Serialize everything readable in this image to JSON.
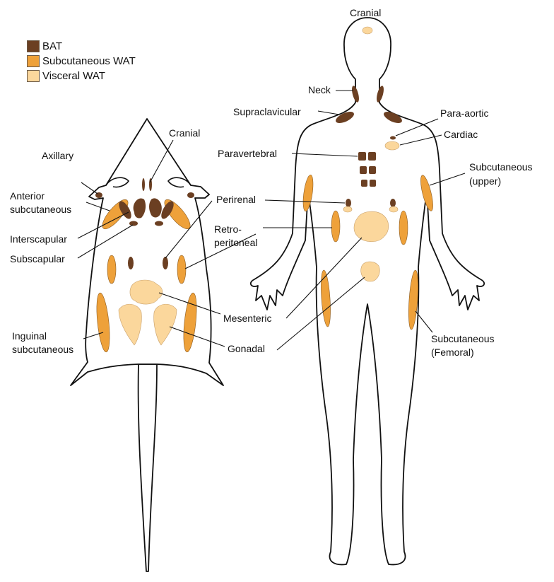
{
  "legend": [
    {
      "label": "BAT",
      "color": "#6b3f22"
    },
    {
      "label": "Subcutaneous WAT",
      "color": "#eea13a"
    },
    {
      "label": "Visceral WAT",
      "color": "#fbd79c"
    }
  ],
  "mouse_labels": {
    "cranial": "Cranial",
    "axillary": "Axillary",
    "anterior_1": "Anterior",
    "anterior_2": "subcutaneous",
    "interscapular": "Interscapular",
    "subscapular": "Subscapular",
    "perirenal": "Perirenal",
    "retro_1": "Retro-",
    "retro_2": "peritoneal",
    "mesenteric": "Mesenteric",
    "gonadal": "Gonadal",
    "inguinal_1": "Inguinal",
    "inguinal_2": "subcutaneous"
  },
  "human_labels": {
    "cranial": "Cranial",
    "neck": "Neck",
    "supraclavicular": "Supraclavicular",
    "para_aortic": "Para-aortic",
    "cardiac": "Cardiac",
    "paravertebral": "Paravertebral",
    "subq_upper_1": "Subcutaneous",
    "subq_upper_2": "(upper)",
    "subq_femoral_1": "Subcutaneous",
    "subq_femoral_2": "(Femoral)"
  }
}
